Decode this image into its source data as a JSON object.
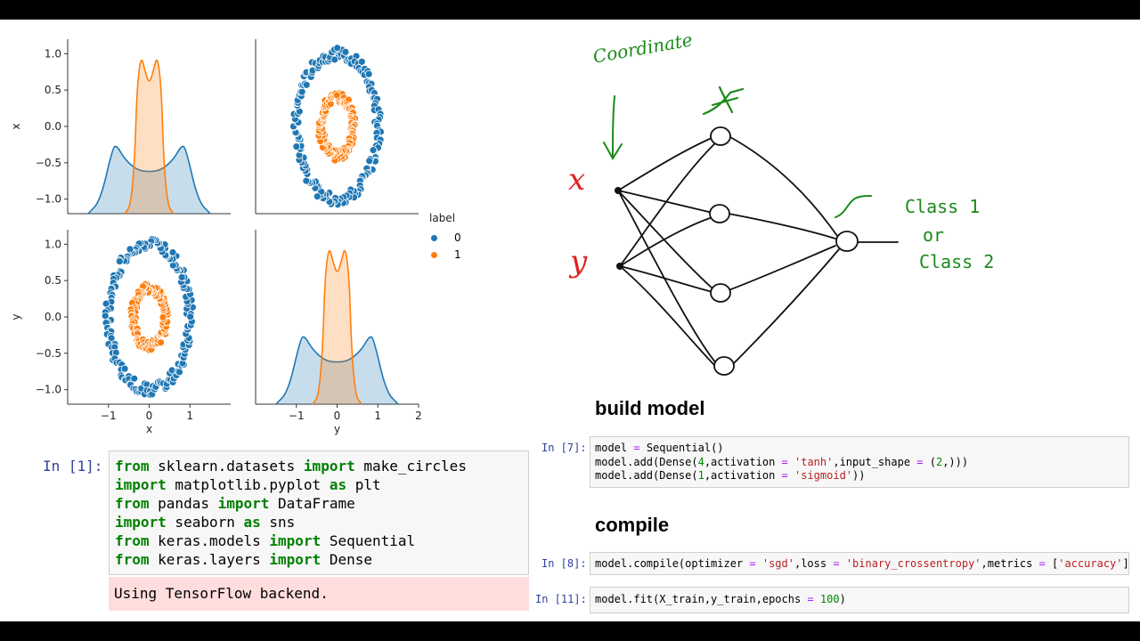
{
  "pairplot": {
    "legend_title": "label",
    "legend_items": [
      {
        "label": "0",
        "color": "#1f77b4"
      },
      {
        "label": "1",
        "color": "#ff7f0e"
      }
    ],
    "row_labels": [
      "x",
      "y"
    ],
    "col_labels": [
      "x",
      "y"
    ],
    "xticks": {
      "col0": [
        "−1",
        "0",
        "1"
      ],
      "col1": [
        "−1",
        "0",
        "1",
        "2"
      ]
    },
    "yticks": [
      "1.0",
      "0.5",
      "0.0",
      "−0.5",
      "−1.0"
    ]
  },
  "chart_data": [
    {
      "type": "area",
      "panel": "x-x diagonal (KDE)",
      "xlabel": "",
      "ylabel": "x",
      "series": [
        {
          "name": "0",
          "color": "#1f77b4",
          "x": [
            -1.5,
            -1.2,
            -0.9,
            -0.8,
            -0.6,
            -0.3,
            0,
            0.3,
            0.6,
            0.8,
            0.9,
            1.2,
            1.5
          ],
          "y": [
            0.0,
            0.15,
            0.78,
            0.82,
            0.65,
            0.52,
            0.5,
            0.52,
            0.65,
            0.82,
            0.78,
            0.15,
            0.0
          ]
        },
        {
          "name": "1",
          "color": "#ff7f0e",
          "x": [
            -0.6,
            -0.45,
            -0.35,
            -0.3,
            -0.2,
            -0.1,
            0,
            0.1,
            0.2,
            0.3,
            0.35,
            0.45,
            0.6
          ],
          "y": [
            0.0,
            0.1,
            0.7,
            1.5,
            1.9,
            1.7,
            1.55,
            1.7,
            1.9,
            1.5,
            0.7,
            0.1,
            0.0
          ]
        }
      ]
    },
    {
      "type": "scatter",
      "panel": "x vs y",
      "xlabel": "",
      "ylabel": "",
      "series": [
        {
          "name": "0",
          "color": "#1f77b4",
          "shape": "circle radius 1.0"
        },
        {
          "name": "1",
          "color": "#ff7f0e",
          "shape": "circle radius 0.4"
        }
      ]
    },
    {
      "type": "scatter",
      "panel": "y vs x",
      "xlabel": "x",
      "ylabel": "y",
      "xlim": [
        -2,
        2
      ],
      "ylim": [
        -1.2,
        1.2
      ],
      "series": [
        {
          "name": "0",
          "color": "#1f77b4",
          "shape": "circle radius 1.0"
        },
        {
          "name": "1",
          "color": "#ff7f0e",
          "shape": "circle radius 0.4"
        }
      ]
    },
    {
      "type": "area",
      "panel": "y-y diagonal (KDE)",
      "xlabel": "y",
      "ylabel": "",
      "xlim": [
        -2,
        2
      ],
      "series": [
        {
          "name": "0",
          "color": "#1f77b4",
          "x": [
            -1.5,
            -1.2,
            -0.9,
            -0.8,
            -0.6,
            -0.3,
            0,
            0.3,
            0.6,
            0.8,
            0.9,
            1.2,
            1.5
          ],
          "y": [
            0.0,
            0.15,
            0.78,
            0.82,
            0.65,
            0.52,
            0.5,
            0.52,
            0.65,
            0.82,
            0.78,
            0.15,
            0.0
          ]
        },
        {
          "name": "1",
          "color": "#ff7f0e",
          "x": [
            -0.6,
            -0.45,
            -0.35,
            -0.3,
            -0.2,
            -0.1,
            0,
            0.1,
            0.2,
            0.3,
            0.35,
            0.45,
            0.6
          ],
          "y": [
            0.0,
            0.1,
            0.7,
            1.5,
            1.9,
            1.7,
            1.55,
            1.7,
            1.9,
            1.5,
            0.7,
            0.1,
            0.0
          ]
        }
      ]
    }
  ],
  "diagram": {
    "input_labels": [
      "x",
      "y"
    ],
    "coordinate_label": "Coordinate",
    "class_labels": [
      "Class 1",
      "or",
      "Class 2"
    ],
    "hidden_nodes": 4,
    "output_nodes": 1,
    "colors": {
      "input": "#dd2222",
      "annotation": "#1a8a1a",
      "ink": "#111111"
    }
  },
  "notebook_left": {
    "prompt": "In [1]:",
    "lines": [
      [
        {
          "t": "from",
          "c": "kw"
        },
        {
          "t": " sklearn.datasets ",
          "c": ""
        },
        {
          "t": "import",
          "c": "kw"
        },
        {
          "t": " make_circles",
          "c": ""
        }
      ],
      [
        {
          "t": "import",
          "c": "kw"
        },
        {
          "t": " matplotlib.pyplot ",
          "c": ""
        },
        {
          "t": "as",
          "c": "kw"
        },
        {
          "t": " plt",
          "c": ""
        }
      ],
      [
        {
          "t": "from",
          "c": "kw"
        },
        {
          "t": " pandas ",
          "c": ""
        },
        {
          "t": "import",
          "c": "kw"
        },
        {
          "t": " DataFrame",
          "c": ""
        }
      ],
      [
        {
          "t": "import",
          "c": "kw"
        },
        {
          "t": " seaborn ",
          "c": ""
        },
        {
          "t": "as",
          "c": "kw"
        },
        {
          "t": " sns",
          "c": ""
        }
      ],
      [
        {
          "t": "from",
          "c": "kw"
        },
        {
          "t": " keras.models ",
          "c": ""
        },
        {
          "t": "import",
          "c": "kw"
        },
        {
          "t": " Sequential",
          "c": ""
        }
      ],
      [
        {
          "t": "from",
          "c": "kw"
        },
        {
          "t": " keras.layers ",
          "c": ""
        },
        {
          "t": "import",
          "c": "kw"
        },
        {
          "t": " Dense",
          "c": ""
        }
      ]
    ],
    "stderr": "Using TensorFlow backend."
  },
  "notebook_right": {
    "build_heading": "build model",
    "compile_heading": "compile",
    "cell7": {
      "prompt": "In [7]:",
      "lines": [
        [
          {
            "t": "model ",
            "c": ""
          },
          {
            "t": "=",
            "c": "op"
          },
          {
            "t": " Sequential()",
            "c": ""
          }
        ],
        [
          {
            "t": "model.add(Dense(",
            "c": ""
          },
          {
            "t": "4",
            "c": "num"
          },
          {
            "t": ",activation ",
            "c": ""
          },
          {
            "t": "=",
            "c": "op"
          },
          {
            "t": " ",
            "c": ""
          },
          {
            "t": "'tanh'",
            "c": "str"
          },
          {
            "t": ",input_shape ",
            "c": ""
          },
          {
            "t": "=",
            "c": "op"
          },
          {
            "t": " (",
            "c": ""
          },
          {
            "t": "2",
            "c": "num"
          },
          {
            "t": ",)))",
            "c": ""
          }
        ],
        [
          {
            "t": "model.add(Dense(",
            "c": ""
          },
          {
            "t": "1",
            "c": "num"
          },
          {
            "t": ",activation ",
            "c": ""
          },
          {
            "t": "=",
            "c": "op"
          },
          {
            "t": " ",
            "c": ""
          },
          {
            "t": "'sigmoid'",
            "c": "str"
          },
          {
            "t": "))",
            "c": ""
          }
        ]
      ]
    },
    "cell8": {
      "prompt": "In [8]:",
      "lines": [
        [
          {
            "t": "model.compile(optimizer ",
            "c": ""
          },
          {
            "t": "=",
            "c": "op"
          },
          {
            "t": " ",
            "c": ""
          },
          {
            "t": "'sgd'",
            "c": "str"
          },
          {
            "t": ",loss ",
            "c": ""
          },
          {
            "t": "=",
            "c": "op"
          },
          {
            "t": " ",
            "c": ""
          },
          {
            "t": "'binary_crossentropy'",
            "c": "str"
          },
          {
            "t": ",metrics ",
            "c": ""
          },
          {
            "t": "=",
            "c": "op"
          },
          {
            "t": " [",
            "c": ""
          },
          {
            "t": "'accuracy'",
            "c": "str"
          },
          {
            "t": "])",
            "c": ""
          }
        ]
      ]
    },
    "cell11": {
      "prompt": "In [11]:",
      "lines": [
        [
          {
            "t": "model.fit(X_train,y_train,epochs ",
            "c": ""
          },
          {
            "t": "=",
            "c": "op"
          },
          {
            "t": " ",
            "c": ""
          },
          {
            "t": "100",
            "c": "num"
          },
          {
            "t": ")",
            "c": ""
          }
        ]
      ]
    }
  }
}
